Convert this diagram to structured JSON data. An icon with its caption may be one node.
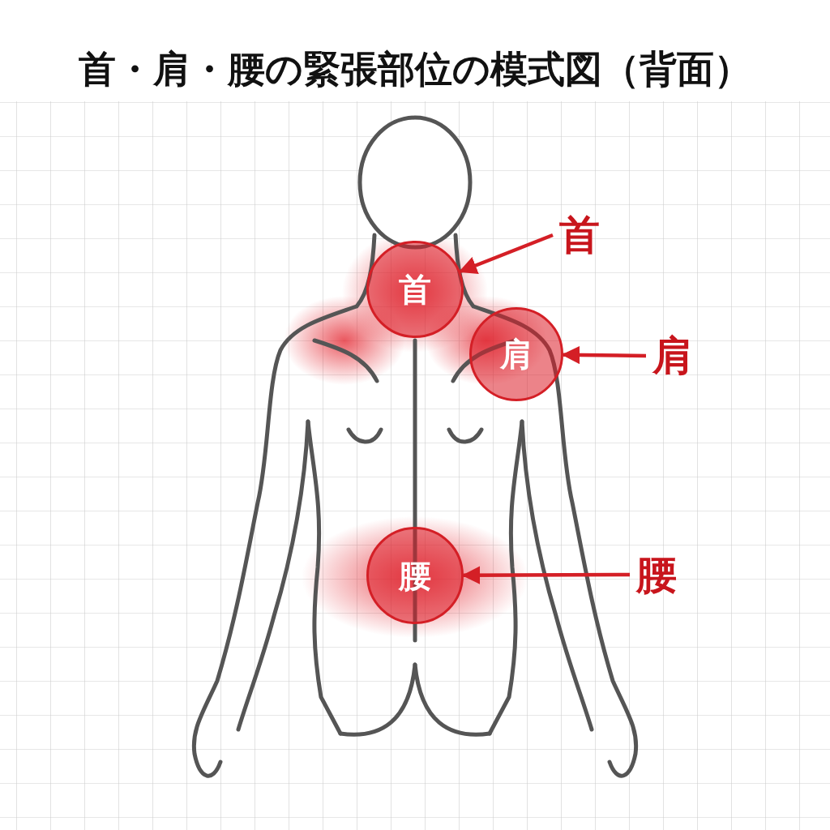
{
  "diagram": {
    "title": "首・肩・腰の緊張部位の模式図（背面）",
    "nodes": [
      {
        "text": [
          "首"
        ]
      },
      {
        "text": [
          "首"
        ]
      },
      {
        "text": [
          "肩"
        ]
      },
      {
        "text": [
          "肩"
        ]
      },
      {
        "text": [
          "腰"
        ]
      },
      {
        "text": [
          "腰"
        ]
      }
    ],
    "edges": [
      {
        "from": 1,
        "to": 0,
        "arrow": "to"
      },
      {
        "from": 3,
        "to": 2,
        "arrow": "to"
      },
      {
        "from": 5,
        "to": 4,
        "arrow": "to"
      }
    ]
  }
}
